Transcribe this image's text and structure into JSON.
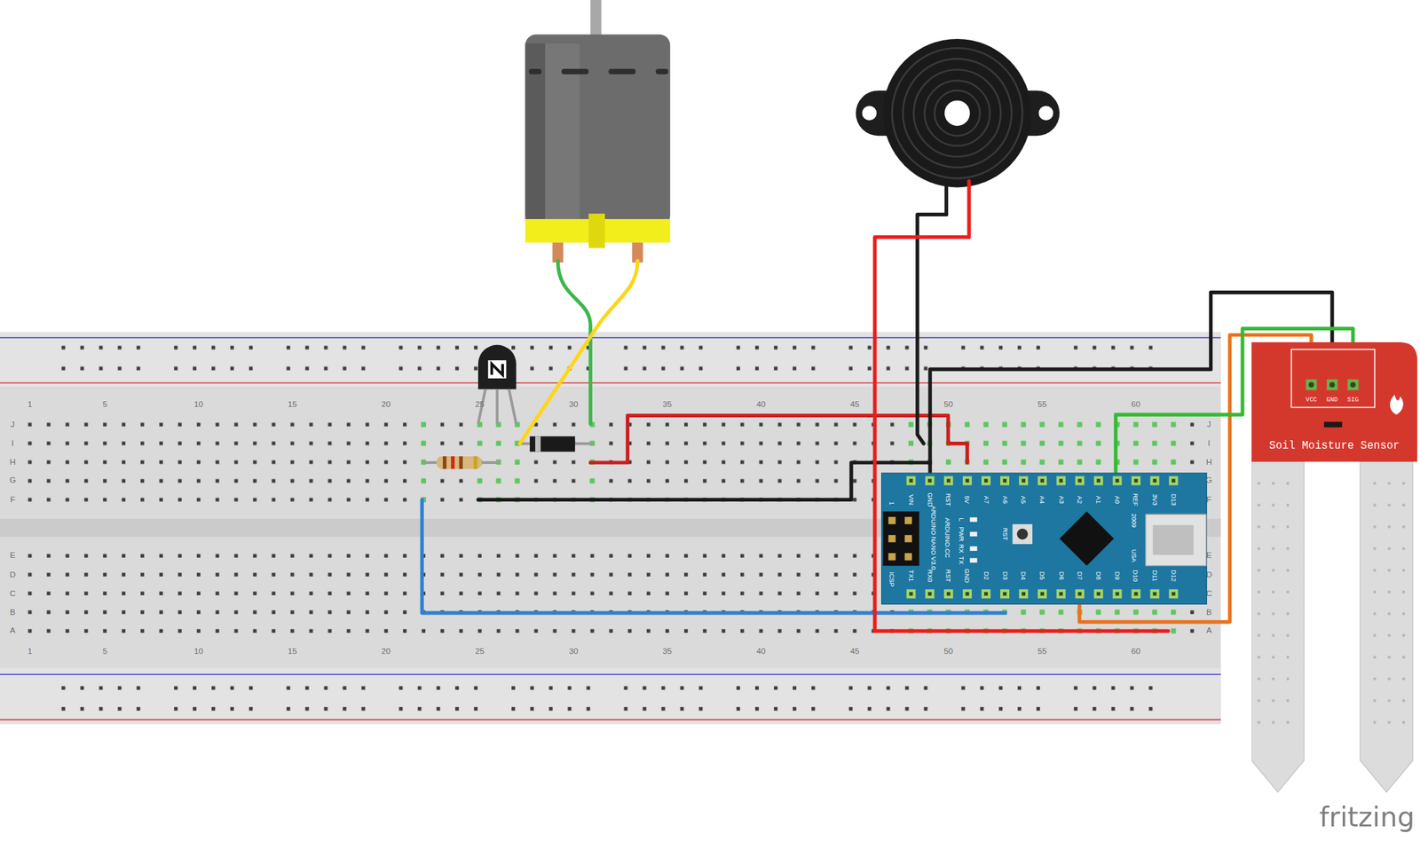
{
  "diagram": {
    "nodes": [
      {
        "text": [
          "VIN",
          "GND",
          "RST",
          "5V",
          "A7",
          "A6",
          "A5",
          "A4",
          "A3",
          "A2",
          "A1",
          "A0",
          "REF",
          "3V3",
          "D13",
          "TX1",
          "RX0",
          "RST",
          "GND",
          "D2",
          "D3",
          "D4",
          "D5",
          "D6",
          "D7",
          "D8",
          "D9",
          "D10",
          "D11",
          "D12",
          "ARDUINO NANO V3.0",
          "ARDUINO.CC",
          "ICSP",
          "1",
          "RST",
          "L",
          "PWR",
          "RX",
          "TX",
          "2009",
          "USA"
        ]
      },
      {
        "text": [
          "VCC",
          "GND",
          "SIG",
          "Soil Moisture Sensor"
        ]
      }
    ],
    "edges": [
      {
        "from": 1,
        "to": 0,
        "arrow": "none"
      },
      {
        "from": 1,
        "to": 0,
        "arrow": "none"
      },
      {
        "from": 1,
        "to": 0,
        "arrow": "none"
      }
    ],
    "labels": [
      "1",
      "5",
      "10",
      "15",
      "20",
      "25",
      "30",
      "35",
      "40",
      "45",
      "50",
      "55",
      "60",
      "1",
      "5",
      "10",
      "15",
      "20",
      "25",
      "30",
      "35",
      "40",
      "45",
      "50",
      "55",
      "60",
      "J",
      "I",
      "H",
      "G",
      "F",
      "E",
      "D",
      "C",
      "B",
      "A",
      "J",
      "I",
      "H",
      "G",
      "F",
      "E",
      "D",
      "C",
      "B",
      "A",
      "fritzing"
    ]
  }
}
